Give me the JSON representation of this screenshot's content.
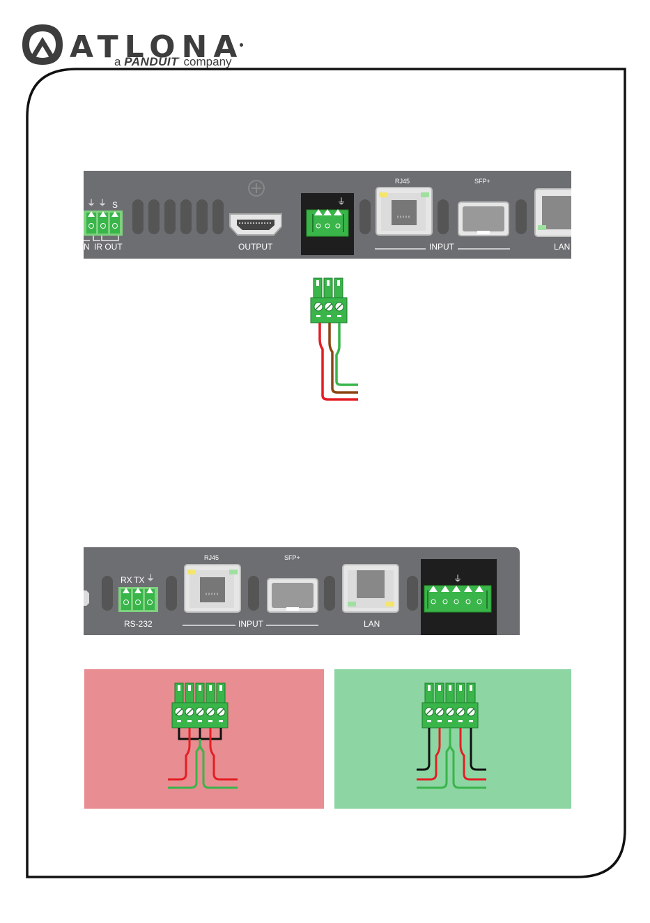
{
  "brand": {
    "name": "ATLONA",
    "tagline_prefix": "a",
    "tagline_brand": "PANDUIT",
    "tagline_suffix": "company"
  },
  "panel_top": {
    "labels": {
      "s": "S",
      "in_partial": "N",
      "ir_out": "IR OUT",
      "output": "OUTPUT",
      "rj45": "RJ45",
      "sfp": "SFP+",
      "input": "INPUT",
      "lan_partial": "LAN"
    }
  },
  "panel_bottom": {
    "labels": {
      "rx": "RX",
      "tx": "TX",
      "rs232": "RS-232",
      "rj45": "RJ45",
      "sfp": "SFP+",
      "input": "INPUT",
      "lan": "LAN"
    }
  },
  "colors": {
    "panel": "#6d6e71",
    "connector_green": "#39b54a",
    "wire_red": "#e31e24",
    "wire_green": "#39b54a",
    "wire_brown": "#8b4513",
    "wire_black": "#111111",
    "bad_panel": "#e88d91",
    "good_panel": "#8dd5a3"
  }
}
